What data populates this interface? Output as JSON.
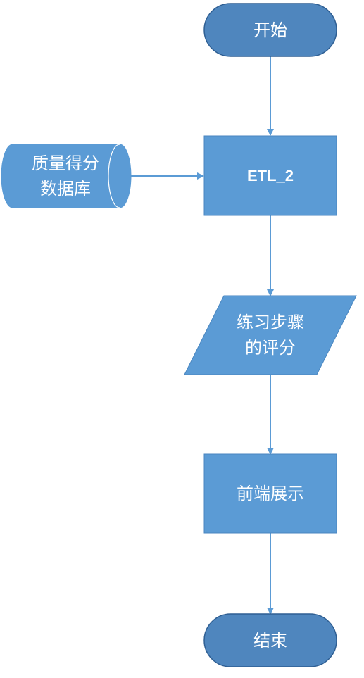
{
  "colors": {
    "terminator_fill": "#4f86be",
    "terminator_stroke": "#2f5f93",
    "node_fill": "#5b9bd5",
    "node_stroke": "#4a86c0",
    "database_fill": "#5b9bd5",
    "database_stroke": "#ffffff",
    "edge": "#5b9bd5",
    "text": "#ffffff"
  },
  "nodes": {
    "start": {
      "label": "开始",
      "shape": "terminator"
    },
    "database": {
      "label_line1": "质量得分",
      "label_line2": "数据库",
      "shape": "database"
    },
    "etl": {
      "label": "ETL_2",
      "shape": "process"
    },
    "scores": {
      "label_line1": "练习步骤",
      "label_line2": "的评分",
      "shape": "data"
    },
    "frontend": {
      "label": "前端展示",
      "shape": "process"
    },
    "end": {
      "label": "结束",
      "shape": "terminator"
    }
  },
  "edges": [
    {
      "from": "start",
      "to": "etl"
    },
    {
      "from": "database",
      "to": "etl"
    },
    {
      "from": "etl",
      "to": "scores"
    },
    {
      "from": "scores",
      "to": "frontend"
    },
    {
      "from": "frontend",
      "to": "end"
    }
  ]
}
